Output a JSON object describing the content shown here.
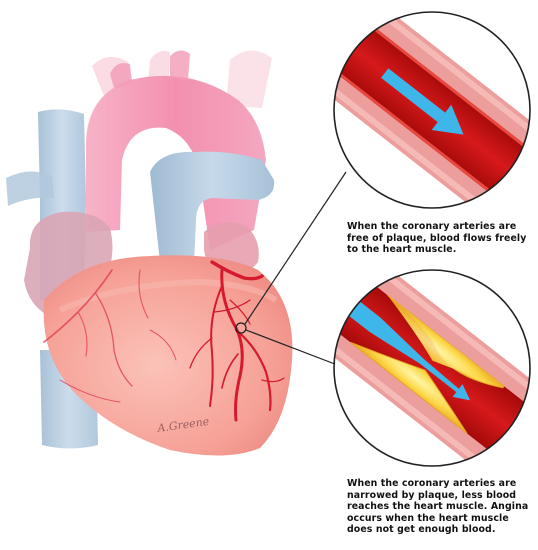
{
  "captions": {
    "healthy": [
      "When the coronary arteries are",
      "free of plaque, blood flows freely",
      "to the heart muscle."
    ],
    "narrowed": [
      "When the coronary arteries are",
      "narrowed by plaque, less blood",
      "reaches the heart muscle. Angina",
      "occurs when the heart muscle",
      "does not get enough blood."
    ]
  },
  "signature": "A.Greene",
  "icons": {
    "heart": "heart-illustration",
    "healthy_artery": "healthy-artery-cross-section",
    "narrowed_artery": "narrowed-artery-cross-section",
    "flow_arrow": "blood-flow-arrow"
  },
  "colors": {
    "heart_muscle": "#f6a29a",
    "vessel_blue": "#b6cde0",
    "aorta_pink": "#f5a3bd",
    "artery_red": "#d7192d",
    "artery_wall": "#ec9c9b",
    "lumen_red": "#b80e0e",
    "plaque_yellow": "#fbd33d",
    "arrow_blue": "#3fb6ea"
  }
}
